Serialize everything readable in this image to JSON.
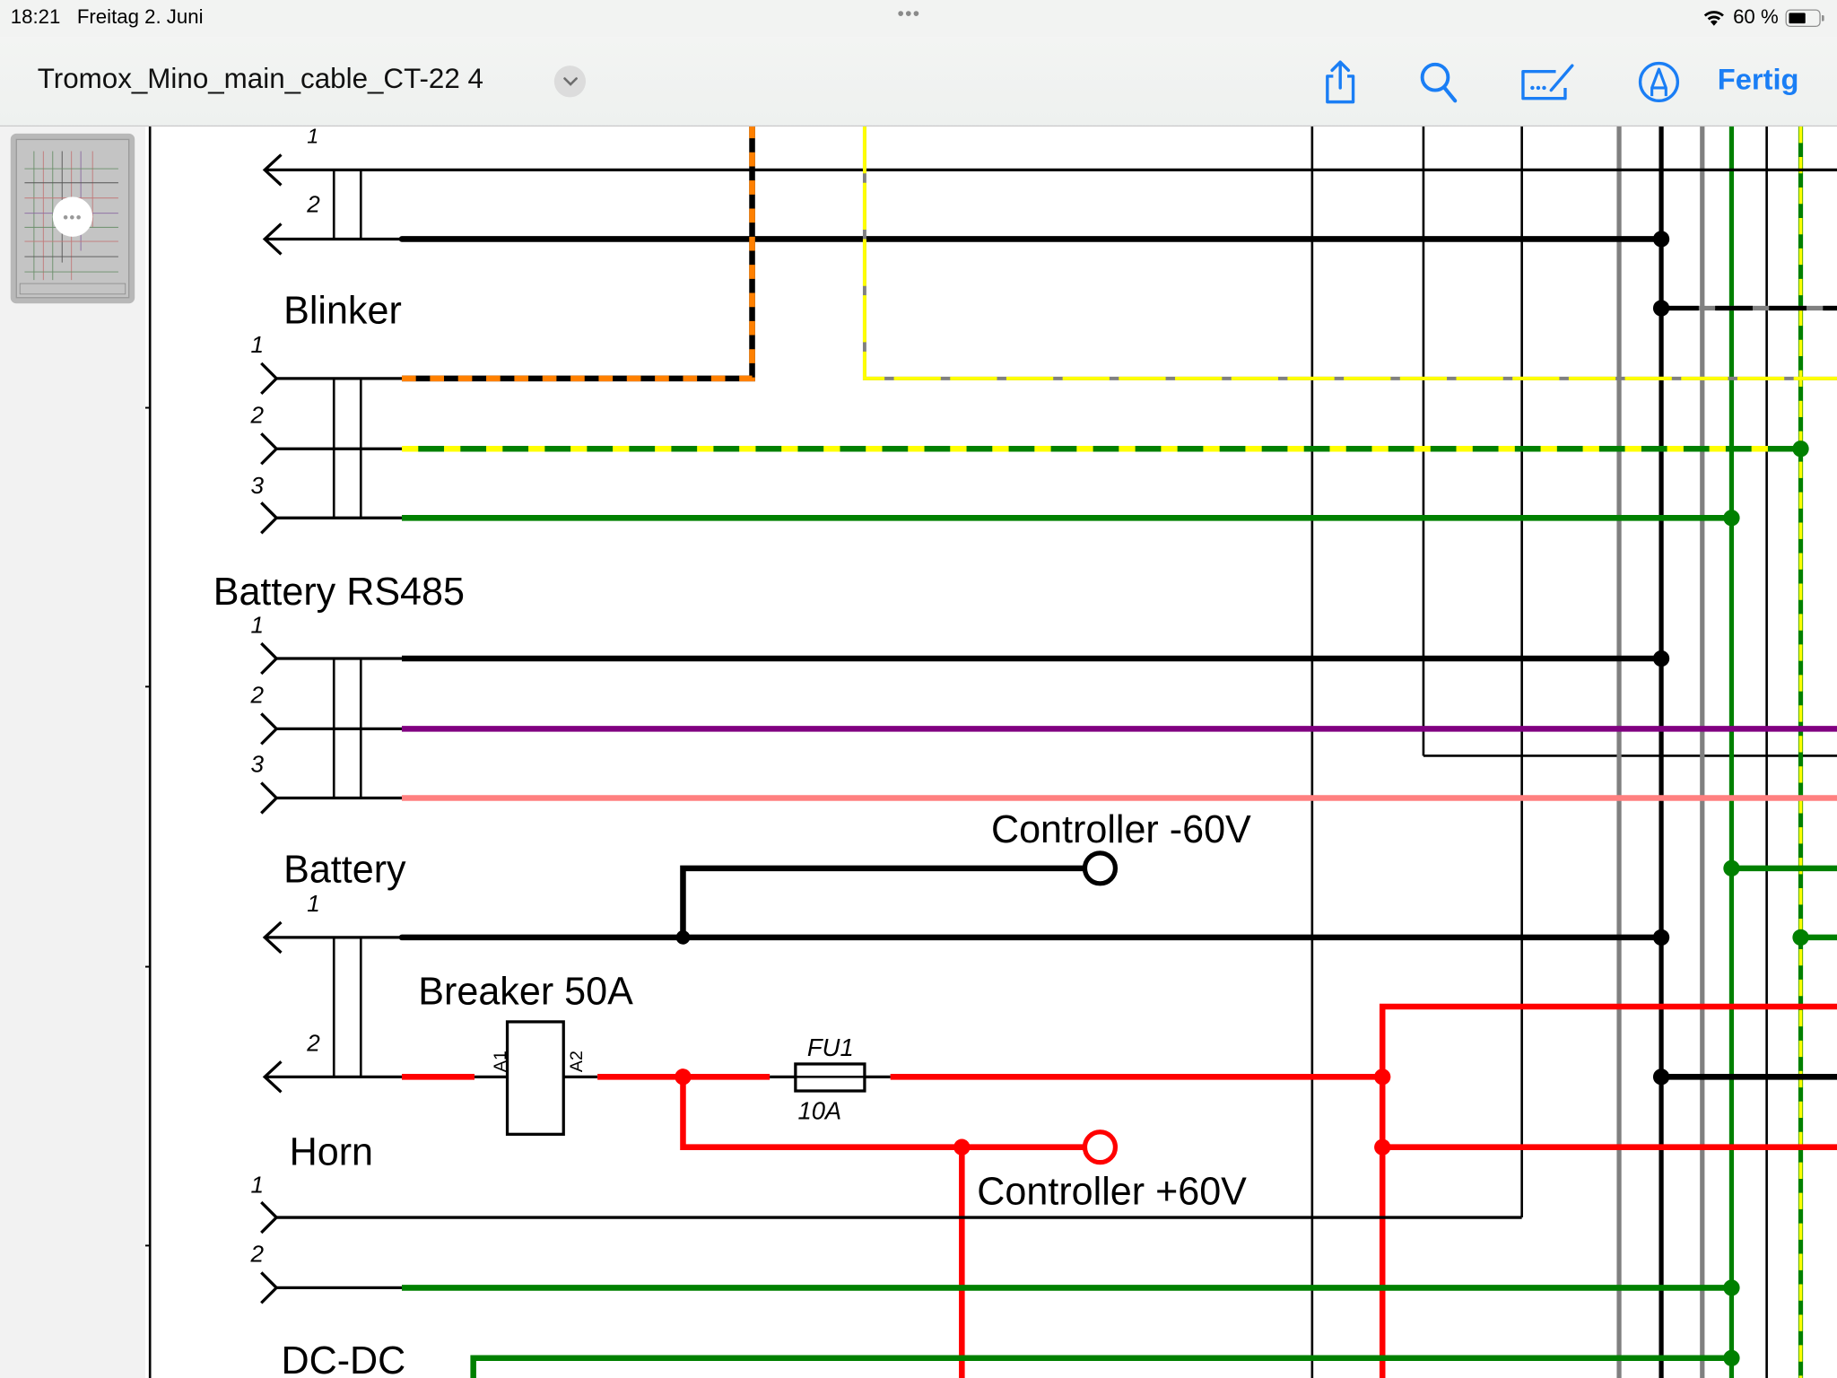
{
  "status_bar": {
    "time": "18:21",
    "date": "Freitag 2. Juni",
    "multitask_dots": "•••",
    "battery_percent": "60 %",
    "battery_level": 0.6
  },
  "toolbar": {
    "document_title": "Tromox_Mino_main_cable_CT-22 4",
    "title_menu_icon": "chevron-down-icon",
    "share_icon": "share-icon",
    "search_icon": "search-icon",
    "form_fill_icon": "form-fill-icon",
    "markup_icon": "markup-pen-icon",
    "done_label": "Fertig",
    "accent_color": "#1a7ef5"
  },
  "sidebar": {
    "thumbnail_label": "page-thumbnail",
    "more_button": "•••"
  },
  "diagram": {
    "connectors": [
      {
        "name": "(top connector)",
        "pins": [
          "1",
          "2"
        ]
      },
      {
        "name": "Blinker",
        "pins": [
          "1",
          "2",
          "3"
        ]
      },
      {
        "name": "Battery RS485",
        "pins": [
          "1",
          "2",
          "3"
        ]
      },
      {
        "name": "Battery",
        "pins": [
          "1",
          "2"
        ]
      },
      {
        "name": "Horn",
        "pins": [
          "1",
          "2"
        ]
      },
      {
        "name": "DC-DC",
        "pins": []
      }
    ],
    "labels": {
      "blinker": "Blinker",
      "battery_rs485": "Battery RS485",
      "battery": "Battery",
      "horn": "Horn",
      "dcdc": "DC-DC",
      "breaker": "Breaker 50A",
      "breaker_a1": "A1",
      "breaker_a2": "A2",
      "fuse_name": "FU1",
      "fuse_rating": "10A",
      "controller_neg": "Controller -60V",
      "controller_pos": "Controller +60V"
    },
    "wire_colors": {
      "black": "#000000",
      "orange": "#ff8000",
      "yellow": "#ffff00",
      "gray": "#808080",
      "green": "#008000",
      "purple": "#800080",
      "pink": "#ff8080",
      "red": "#ff0000"
    }
  }
}
